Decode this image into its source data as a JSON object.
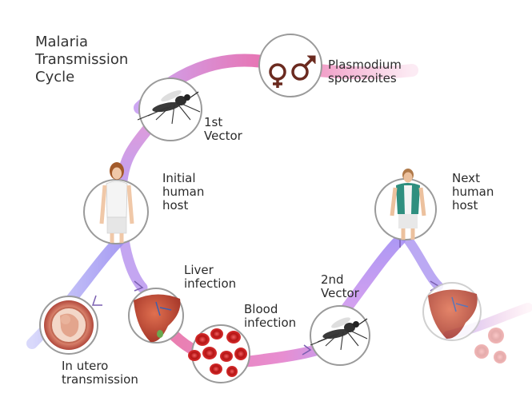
{
  "title": "Malaria\nTransmission\nCycle",
  "stages": {
    "sporozoites": {
      "label": "Plasmodium\nsporozoites",
      "icon": "male-female-symbols-icon"
    },
    "vector1": {
      "label": "1st\nVector",
      "icon": "mosquito-icon"
    },
    "initial_host": {
      "label": "Initial\nhuman\nhost",
      "icon": "woman-figure-icon"
    },
    "next_host": {
      "label": "Next\nhuman\nhost",
      "icon": "man-figure-icon"
    },
    "liver": {
      "label": "Liver\ninfection",
      "icon": "liver-icon"
    },
    "blood": {
      "label": "Blood\ninfection",
      "icon": "red-blood-cells-icon"
    },
    "vector2": {
      "label": "2nd\nVector",
      "icon": "mosquito-icon"
    },
    "utero": {
      "label": "In utero\ntransmission",
      "icon": "fetus-in-womb-icon"
    }
  },
  "colors": {
    "path_pink": "#e8569a",
    "path_purple": "#b07de8",
    "path_blue": "#7f7ff2",
    "circle_border": "#9a9a9a"
  }
}
